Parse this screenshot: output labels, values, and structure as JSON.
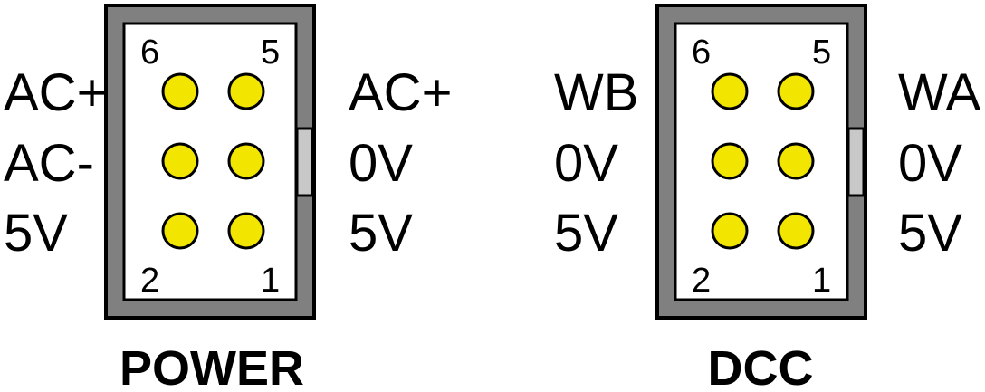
{
  "colors": {
    "housing_frame": "#808080",
    "housing_interior": "#ffffff",
    "key_tab": "#c8c8c8",
    "pin_fill": "#f2e600",
    "outline": "#000000"
  },
  "connectors": [
    {
      "title": "POWER",
      "pin_numbers": {
        "top_left": "6",
        "top_right": "5",
        "bottom_left": "2",
        "bottom_right": "1"
      },
      "left_labels": [
        "AC+",
        "AC-",
        "5V"
      ],
      "right_labels": [
        "AC+",
        "0V",
        "5V"
      ]
    },
    {
      "title": "DCC",
      "pin_numbers": {
        "top_left": "6",
        "top_right": "5",
        "bottom_left": "2",
        "bottom_right": "1"
      },
      "left_labels": [
        "WB",
        "0V",
        "5V"
      ],
      "right_labels": [
        "WA",
        "0V",
        "5V"
      ]
    }
  ]
}
